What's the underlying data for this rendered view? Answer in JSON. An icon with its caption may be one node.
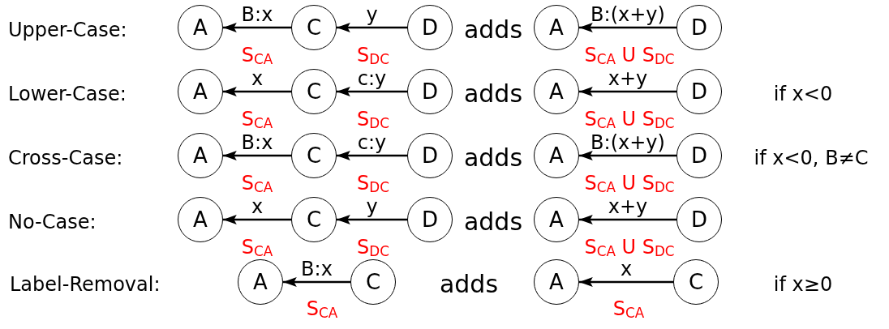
{
  "diagram": {
    "nodes": [
      {
        "text": [
          "A"
        ]
      },
      {
        "text": [
          "C"
        ]
      },
      {
        "text": [
          "D"
        ]
      },
      {
        "text": [
          "A"
        ]
      },
      {
        "text": [
          "D"
        ]
      },
      {
        "text": [
          "A"
        ]
      },
      {
        "text": [
          "C"
        ]
      },
      {
        "text": [
          "D"
        ]
      },
      {
        "text": [
          "A"
        ]
      },
      {
        "text": [
          "D"
        ]
      },
      {
        "text": [
          "A"
        ]
      },
      {
        "text": [
          "C"
        ]
      },
      {
        "text": [
          "D"
        ]
      },
      {
        "text": [
          "A"
        ]
      },
      {
        "text": [
          "D"
        ]
      },
      {
        "text": [
          "A"
        ]
      },
      {
        "text": [
          "C"
        ]
      },
      {
        "text": [
          "D"
        ]
      },
      {
        "text": [
          "A"
        ]
      },
      {
        "text": [
          "D"
        ]
      },
      {
        "text": [
          "A"
        ]
      },
      {
        "text": [
          "C"
        ]
      },
      {
        "text": [
          "A"
        ]
      },
      {
        "text": [
          "C"
        ]
      }
    ],
    "edges": [
      {
        "from": 1,
        "to": 0,
        "arrow": "to",
        "label": "B:x"
      },
      {
        "from": 2,
        "to": 1,
        "arrow": "to",
        "label": "y"
      },
      {
        "from": 4,
        "to": 3,
        "arrow": "to",
        "label": "B:(x+y)"
      },
      {
        "from": 6,
        "to": 5,
        "arrow": "to",
        "label": "x"
      },
      {
        "from": 7,
        "to": 6,
        "arrow": "to",
        "label": "c:y"
      },
      {
        "from": 9,
        "to": 8,
        "arrow": "to",
        "label": "x+y"
      },
      {
        "from": 11,
        "to": 10,
        "arrow": "to",
        "label": "B:x"
      },
      {
        "from": 12,
        "to": 11,
        "arrow": "to",
        "label": "c:y"
      },
      {
        "from": 14,
        "to": 13,
        "arrow": "to",
        "label": "B:(x+y)"
      },
      {
        "from": 16,
        "to": 15,
        "arrow": "to",
        "label": "x"
      },
      {
        "from": 17,
        "to": 16,
        "arrow": "to",
        "label": "y"
      },
      {
        "from": 19,
        "to": 18,
        "arrow": "to",
        "label": "x+y"
      },
      {
        "from": 21,
        "to": 20,
        "arrow": "to",
        "label": "B:x"
      },
      {
        "from": 23,
        "to": 22,
        "arrow": "to",
        "label": "x"
      }
    ],
    "labels": [
      "Upper-Case:",
      "adds",
      "S$_{CA}$",
      "S$_{DC}$",
      "S$_{CA}$ U S$_{DC}$",
      "Lower-Case:",
      "adds",
      "if x<0",
      "S$_{CA}$",
      "S$_{DC}$",
      "S$_{CA}$ U S$_{DC}$",
      "Cross-Case:",
      "adds",
      "if x<0, B≠C",
      "S$_{CA}$",
      "S$_{DC}$",
      "S$_{CA}$ U S$_{DC}$",
      "No-Case:",
      "adds",
      "S$_{CA}$",
      "S$_{DC}$",
      "S$_{CA}$ U S$_{DC}$",
      "Label-Removal:",
      "adds",
      "if x≥0",
      "S$_{CA}$",
      "S$_{CA}$"
    ]
  }
}
